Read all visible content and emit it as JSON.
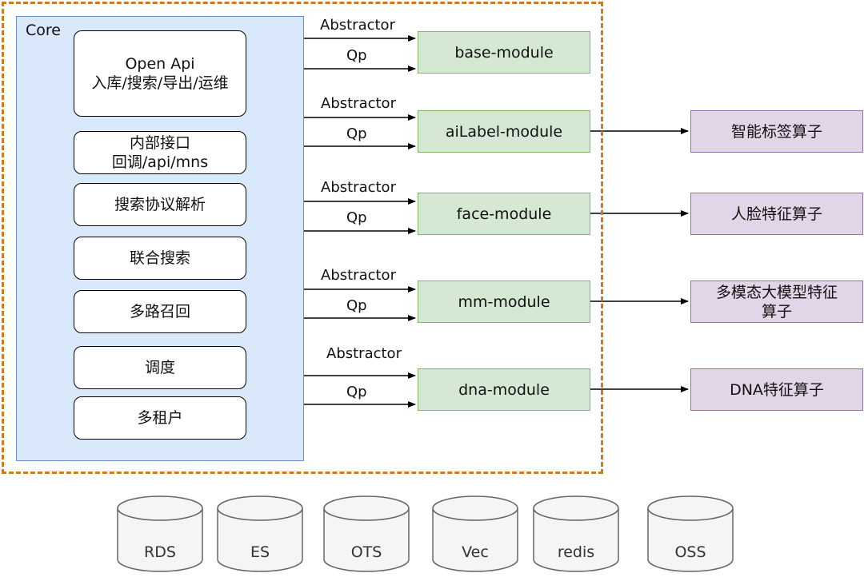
{
  "core": {
    "title": "Core",
    "items": [
      {
        "line1": "Open Api",
        "line2": "入库/搜索/导出/运维"
      },
      {
        "line1": "内部接口",
        "line2": "回调/api/mns"
      },
      {
        "line1": "搜索协议解析",
        "line2": ""
      },
      {
        "line1": "联合搜索",
        "line2": ""
      },
      {
        "line1": "多路召回",
        "line2": ""
      },
      {
        "line1": "调度",
        "line2": ""
      },
      {
        "line1": "多租户",
        "line2": ""
      }
    ]
  },
  "modules": [
    {
      "label": "base-module",
      "edge_top": "Abstractor",
      "edge_bottom": "Qp",
      "operator": null
    },
    {
      "label": "aiLabel-module",
      "edge_top": "Abstractor",
      "edge_bottom": "Qp",
      "operator": {
        "line1": "智能标签算子",
        "line2": ""
      }
    },
    {
      "label": "face-module",
      "edge_top": "Abstractor",
      "edge_bottom": "Qp",
      "operator": {
        "line1": "人脸特征算子",
        "line2": ""
      }
    },
    {
      "label": "mm-module",
      "edge_top": "Abstractor",
      "edge_bottom": "Qp",
      "operator": {
        "line1": "多模态大模型特征",
        "line2": "算子"
      }
    },
    {
      "label": "dna-module",
      "edge_top": "Abstractor",
      "edge_bottom": "Qp",
      "operator": {
        "line1": "DNA特征算子",
        "line2": ""
      }
    }
  ],
  "datastores": [
    "RDS",
    "ES",
    "OTS",
    "Vec",
    "redis",
    "OSS"
  ],
  "colors": {
    "outer_border": "#d07a1f",
    "core_fill": "#dae8fc",
    "core_border": "#6c8ebf",
    "module_fill": "#d5e8d4",
    "module_border": "#82b366",
    "operator_fill": "#e1d5e7",
    "operator_border": "#9673a6",
    "datastore_fill": "#f5f5f5",
    "datastore_border": "#666666",
    "datastore_text": "#333333"
  }
}
